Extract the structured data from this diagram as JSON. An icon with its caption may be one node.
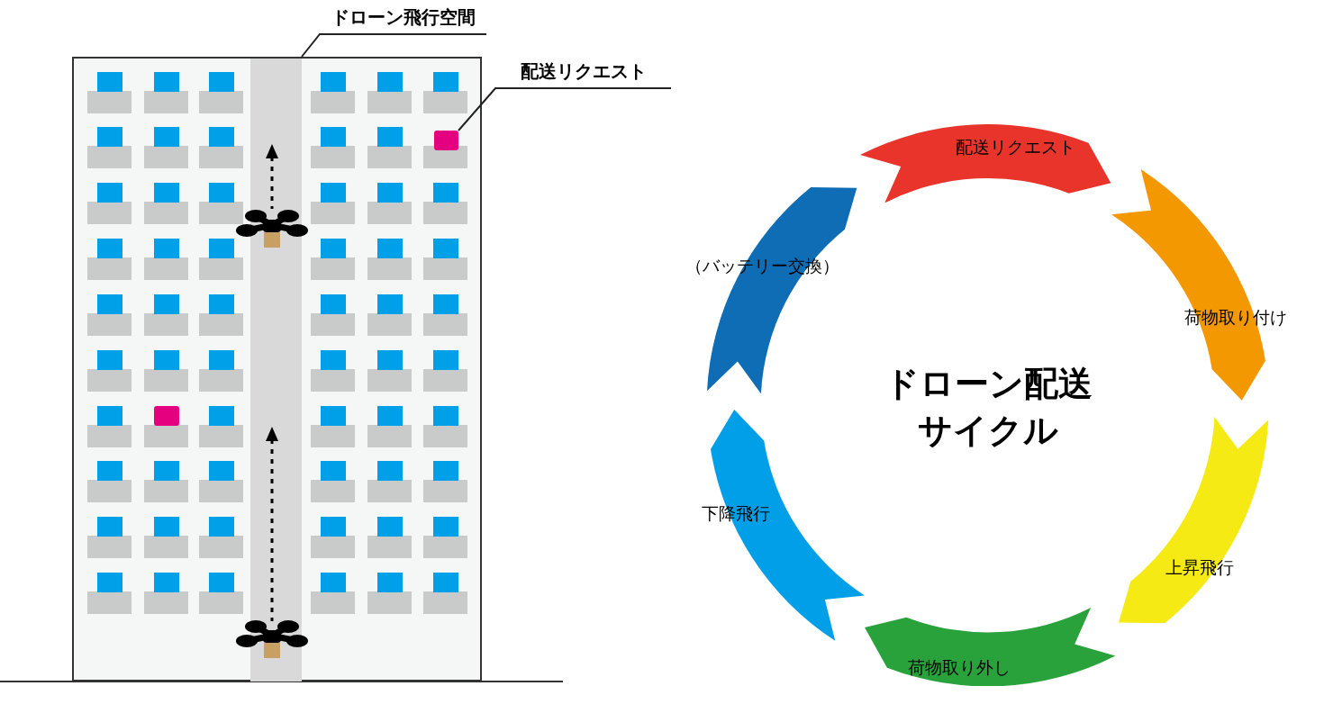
{
  "diagram": {
    "nodes": [
      {
        "text": [
          "ドローン飛行空間"
        ]
      },
      {
        "text": [],
        "shape": "bar"
      },
      {
        "text": [
          "配送リクエスト"
        ]
      },
      {
        "text": [],
        "shape": "box"
      },
      {
        "text": [
          "配送リクエスト"
        ]
      },
      {
        "text": [
          "荷物取り付け"
        ]
      },
      {
        "text": [
          "上昇飛行"
        ]
      },
      {
        "text": [
          "荷物取り外し"
        ]
      },
      {
        "text": [
          "下降飛行"
        ]
      },
      {
        "text": [
          "（バッテリー交換）"
        ]
      },
      {
        "text": [],
        "shape": "box"
      }
    ],
    "edges": [
      {
        "from": 0,
        "to": 1,
        "arrow": "none"
      },
      {
        "from": 2,
        "to": 3,
        "arrow": "none"
      }
    ],
    "labels": [
      "ドローン配送サイクル"
    ]
  }
}
